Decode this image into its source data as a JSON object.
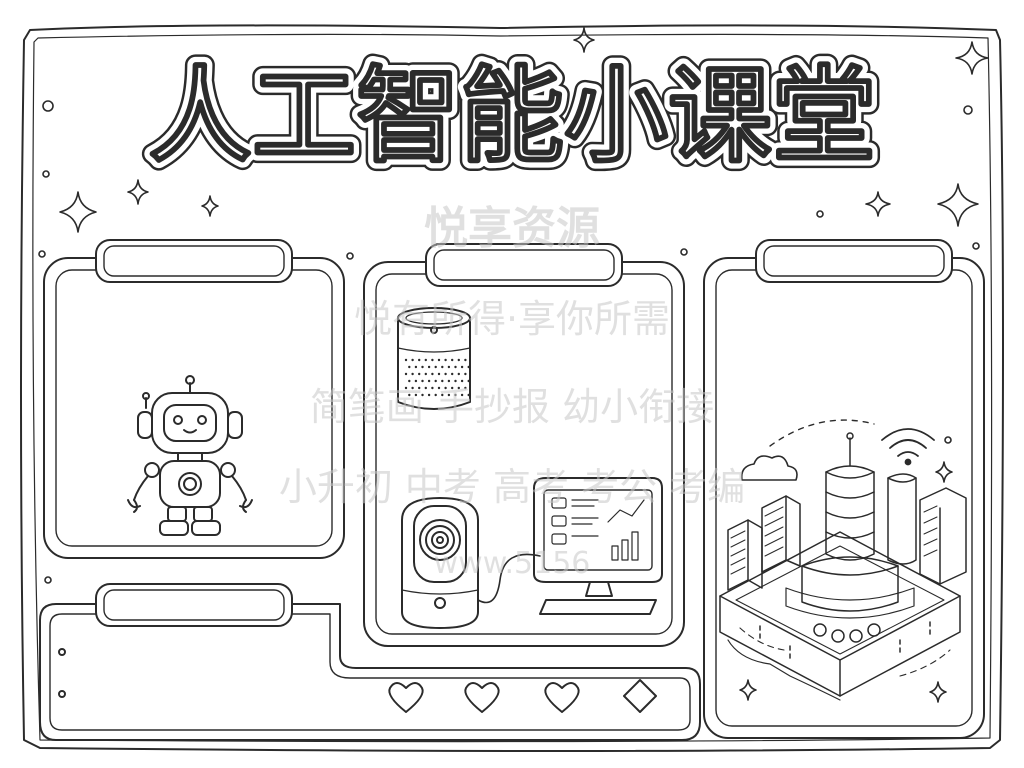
{
  "title": "人工智能小课堂",
  "watermark": {
    "brand": "悦享资源",
    "slogan": "悦有所得·享你所需",
    "line1": "简笔画 手抄报 幼小衔接",
    "line2": "小升初 中考 高考 考公 考编",
    "url": "www.5156"
  },
  "icons": [
    "robot-icon",
    "smart-speaker-icon",
    "security-camera-icon",
    "computer-monitor-icon",
    "smart-city-icon",
    "wifi-icon",
    "cloud-icon",
    "heart-icon",
    "diamond-icon",
    "sparkle-icon"
  ],
  "colors": {
    "line": "#2b2b2b",
    "watermark": "#c8c8c8",
    "background": "#ffffff"
  }
}
